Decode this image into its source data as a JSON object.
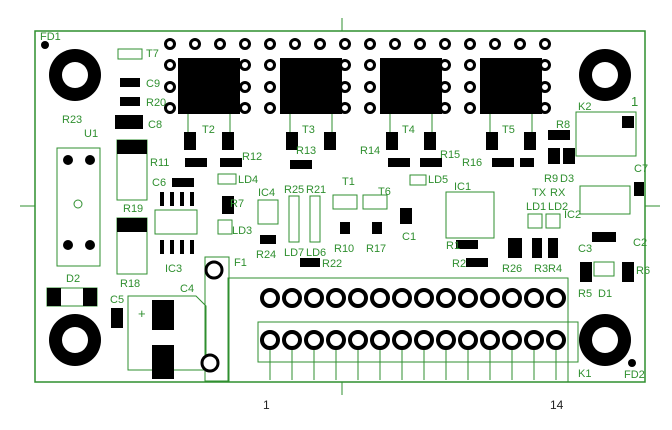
{
  "labels": {
    "FD1": "FD1",
    "FD2": "FD2",
    "T7": "T7",
    "C9": "C9",
    "R20": "R20",
    "C8": "C8",
    "R23": "R23",
    "U1": "U1",
    "R11": "R11",
    "C6": "C6",
    "R19": "R19",
    "R18": "R18",
    "IC3": "IC3",
    "D2": "D2",
    "C5": "C5",
    "C4": "C4",
    "F1": "F1",
    "T2": "T2",
    "T3": "T3",
    "T4": "T4",
    "T5": "T5",
    "R12": "R12",
    "LD4": "LD4",
    "IC4": "IC4",
    "R7": "R7",
    "LD3": "LD3",
    "R24": "R24",
    "R25": "R25",
    "R21": "R21",
    "R13": "R13",
    "LD7": "LD7",
    "LD6": "LD6",
    "R22": "R22",
    "R14": "R14",
    "T1": "T1",
    "T6": "T6",
    "R10": "R10",
    "R17": "R17",
    "C1": "C1",
    "LD5": "LD5",
    "R15": "R15",
    "IC1": "IC1",
    "R1": "R1",
    "R2": "R2",
    "R16": "R16",
    "TX": "TX",
    "RX": "RX",
    "R8": "R8",
    "R9": "R9",
    "D3": "D3",
    "LD1": "LD1",
    "LD2": "LD2",
    "IC2": "IC2",
    "C7": "C7",
    "C3": "C3",
    "C2": "C2",
    "R26": "R26",
    "R3": "R3",
    "R4": "R4",
    "R5": "R5",
    "D1": "D1",
    "R6": "R6",
    "K1": "K1",
    "K2": "K2",
    "K2pin": "1"
  },
  "pins": {
    "first": "1",
    "last": "14"
  },
  "colors": {
    "outline": "#2f8f2f",
    "pad": "#000000",
    "label": "#2f8f2f"
  }
}
